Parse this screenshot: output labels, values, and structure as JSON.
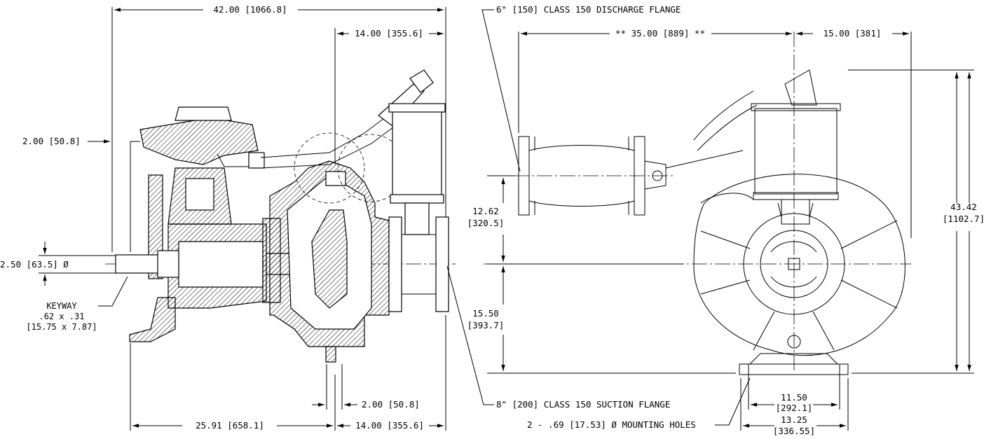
{
  "left_view": {
    "overall_length": "42.00 [1066.8]",
    "discharge_offset": "14.00 [355.6]",
    "shaft_extension": "2.00 [50.8]",
    "shaft_diameter": "2.50 [63.5] Ø",
    "keyway_title": "KEYWAY",
    "keyway_size": ".62 x .31",
    "keyway_metric": "[15.75 x 7.87]",
    "base_length": "25.91 [658.1]",
    "base_to_suction": "14.00 [355.6]",
    "foot_width": "2.00 [50.8]"
  },
  "right_view": {
    "discharge_flange": "6\" [150] CLASS 150 DISCHARGE FLANGE",
    "discharge_length": "** 35.00 [889] **",
    "discharge_to_center": "15.00 [381]",
    "discharge_height_in": "12.62",
    "discharge_height_mm": "[320.5]",
    "shaft_height_in": "15.50",
    "shaft_height_mm": "[393.7]",
    "overall_height_in": "43.42",
    "overall_height_mm": "[1102.7]",
    "suction_flange": "8\" [200] CLASS 150 SUCTION FLANGE",
    "mounting_holes": "2 - .69 [17.53] Ø MOUNTING HOLES",
    "hole_spacing_in": "11.50",
    "hole_spacing_mm": "[292.1]",
    "base_width_in": "13.25",
    "base_width_mm": "[336.55]"
  }
}
